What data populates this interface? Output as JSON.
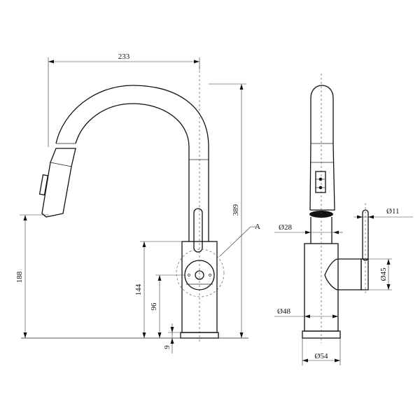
{
  "dimensions": {
    "width_top": "233",
    "total_height": "389",
    "spout_height": "188",
    "lever_height": "144",
    "handle_center_height": "96",
    "base_thickness": "9",
    "detail_label": "A",
    "spout_dia": "Ø28",
    "lever_dia": "Ø11",
    "body_dia": "Ø48",
    "handle_dia": "Ø45",
    "base_dia": "Ø54"
  }
}
